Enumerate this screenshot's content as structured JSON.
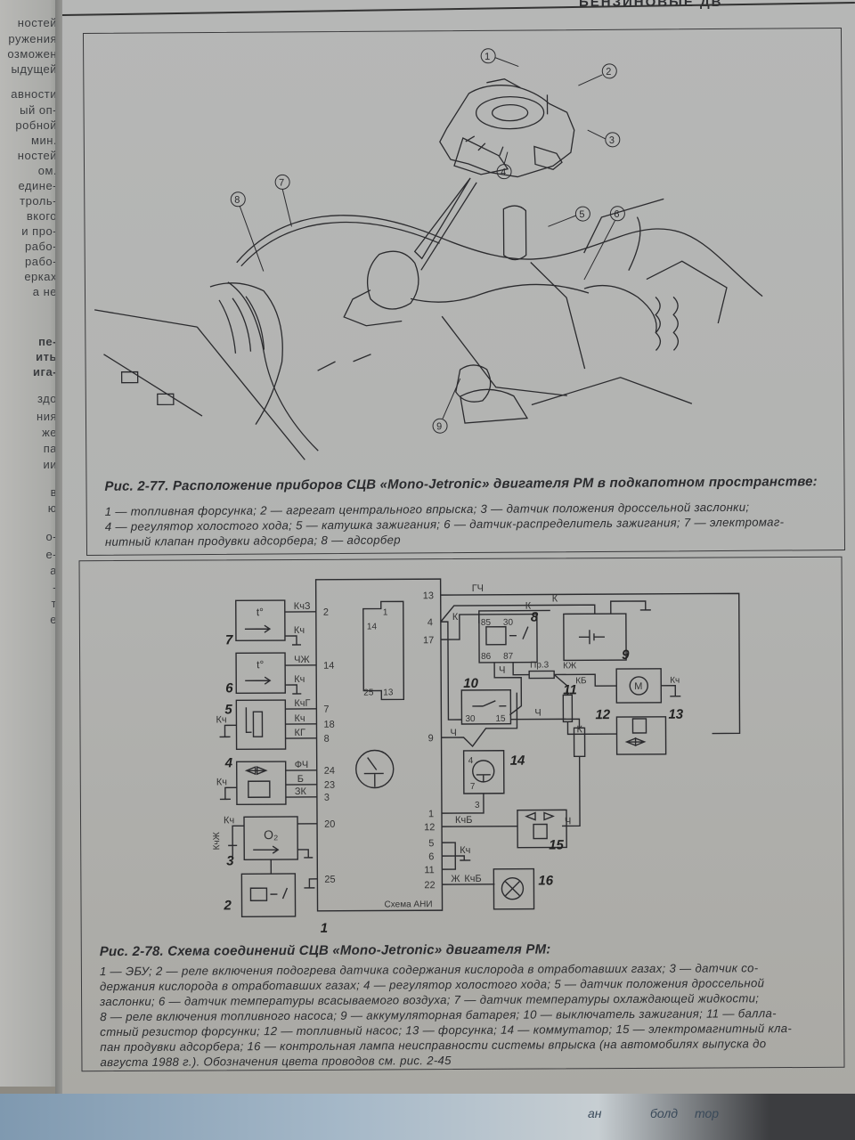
{
  "page": {
    "running_head": "БЕНЗИНОВЫЕ ДВ",
    "left_page_fragments": [
      "ностей",
      "ружения",
      "озможен",
      "ыдущей",
      "авности",
      "ый оп-",
      "робной",
      "мин.",
      "ностей",
      "ом.",
      "едине-",
      "троль-",
      "вкого",
      "и про-",
      "рабо-",
      "рабо-",
      "ерках",
      "а не",
      "пе-",
      "ить",
      "ига-",
      "здо",
      "ния",
      "же",
      "па",
      "ии",
      "в",
      "ю",
      "о-",
      "е-",
      "а",
      "-",
      "т",
      "е"
    ]
  },
  "figure_277": {
    "title": "Рис. 2-77. Расположение приборов СЦВ «Mono-Jetronic» двигателя РМ в подкапотном пространстве:",
    "legend_lines": [
      "1 — топливная форсунка; 2 — агрегат центрального впрыска; 3 — датчик положения дроссельной заслонки;",
      "4 — регулятор холостого хода; 5 — катушка зажигания; 6 — датчик-распределитель зажигания; 7 — электромаг-",
      "нитный клапан продувки адсорбера; 8 — адсорбер"
    ],
    "callouts": [
      "1",
      "2",
      "3",
      "4",
      "5",
      "6",
      "7",
      "8",
      "9"
    ]
  },
  "figure_278": {
    "title": "Рис. 2-78. Схема соединений СЦВ «Mono-Jetronic» двигателя РМ:",
    "legend_lines": [
      "1 — ЭБУ; 2 — реле включения подогрева датчика содержания кислорода в отработавших газах; 3 — датчик со-",
      "держания кислорода в отработавших газах; 4 — регулятор холостого хода; 5 — датчик положения дроссельной",
      "заслонки; 6 — датчик температуры всасываемого воздуха; 7 — датчик температуры охлаждающей жидкости;",
      "8 — реле включения топливного насоса; 9 — аккумуляторная батарея; 10 — выключатель зажигания; 11 — балла-",
      "стный резистор форсунки; 12 — топливный насос; 13 — форсунка; 14 — коммутатор; 15 — электромагнитный кла-",
      "пан продувки адсорбера; 16 — контрольная лампа неисправности системы впрыска (на автомобилях выпуска до",
      "августа 1988 г.). Обозначения цвета проводов см. рис. 2-45"
    ],
    "ecu_label": "Схема АНИ",
    "ecu_left_pins": [
      "2",
      "14",
      "7",
      "18",
      "8",
      "24",
      "23",
      "3",
      "20",
      "25"
    ],
    "ecu_right_pins": [
      "13",
      "4",
      "17",
      "9",
      "1",
      "12",
      "5",
      "6",
      "11",
      "22"
    ],
    "connector_pins": [
      "1",
      "14",
      "25",
      "13"
    ],
    "wire_labels": {
      "kchz": "КчЗ",
      "kch": "Кч",
      "chzh": "ЧЖ",
      "kchg": "КчГ",
      "kg": "КГ",
      "fch": "ФЧ",
      "b": "Б",
      "zk": "ЗК",
      "kchzh": "КчЖ",
      "gch": "ГЧ",
      "k": "К",
      "ch": "Ч",
      "kzh": "КЖ",
      "kb": "КБ",
      "kchb": "КчБ",
      "zh": "Ж",
      "pr3": "Пр.3"
    },
    "component_numbers": [
      "1",
      "2",
      "3",
      "4",
      "5",
      "6",
      "7",
      "8",
      "9",
      "10",
      "11",
      "12",
      "13",
      "14",
      "15",
      "16"
    ],
    "symbols": {
      "temp": "t°",
      "o2": "O₂",
      "motor": "M"
    },
    "relay_pins": [
      "85",
      "30",
      "86",
      "87"
    ],
    "switch_pins": [
      "30",
      "15"
    ],
    "commutator_pins": [
      "4",
      "7",
      "3"
    ]
  },
  "bottom_strip": {
    "fragments": [
      "ан",
      "болд",
      "тор"
    ]
  }
}
